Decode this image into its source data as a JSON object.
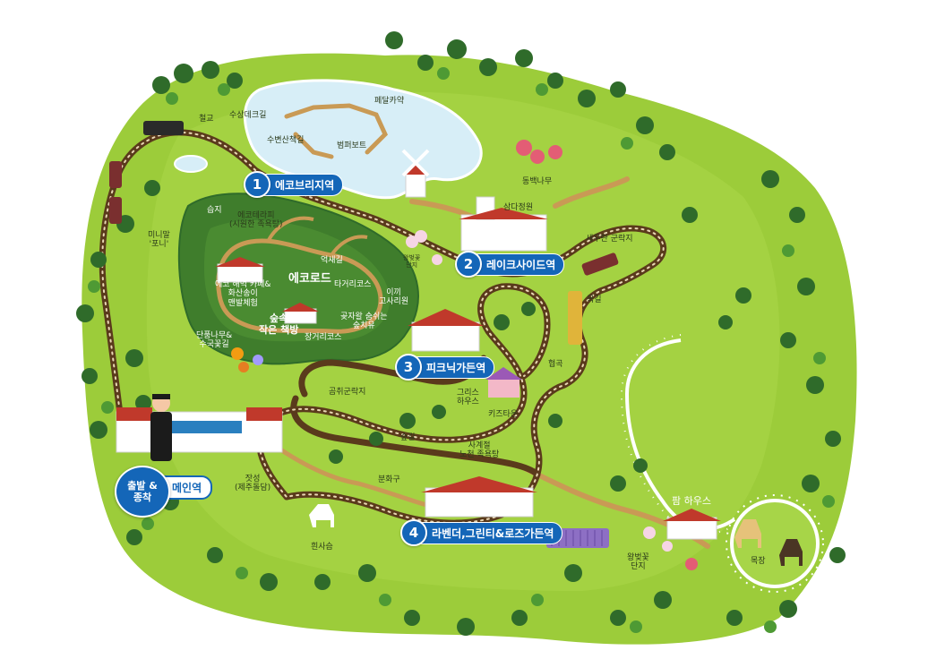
{
  "colors": {
    "grass": "#9ccc3a",
    "grass_dark": "#3f7d2c",
    "forest_patch": "#2f6b2a",
    "water": "#d7eef7",
    "rail": "#5a3a1c",
    "station_blue": "#1466b8",
    "lavender": "#8d6fc4",
    "path": "#c99a55"
  },
  "stations": [
    {
      "num": "1",
      "name": "에코브리지역"
    },
    {
      "num": "2",
      "name": "레이크사이드역"
    },
    {
      "num": "3",
      "name": "피크닉가든역"
    },
    {
      "num": "4",
      "name": "라벤더,그린티&로즈가든역"
    }
  ],
  "main_station": {
    "badge": "출발 &\n종착",
    "name": "메인역"
  },
  "places": {
    "iron_bridge": "철교",
    "water_deck": "수상데크길",
    "waterside_walk": "수변산책길",
    "pedal_kayak": "페달카약",
    "bumper_boat": "범퍼보트",
    "camellia": "동백나무",
    "samda_garden": "삼다정원",
    "wetland": "습지",
    "eco_therapy": "에코테라피\n(시원한 족욕탕)",
    "mini_pony": "미니말\n'포니'",
    "reed_path": "억새길",
    "cherry_area": "왕벚꽃\n단지",
    "eco_road": "에코로드",
    "eco_cafe": "에코 해먹 카페&\n화산송이\n맨발체험",
    "tagari_course": "타거리코스",
    "moss_forest": "이끼\n고사리원",
    "forest_book": "숲속\n작은 책방",
    "gotjawal": "곶자왈 숨쉬는\n숲치유",
    "jangeori_course": "장거리코스",
    "maple": "단풍나무&\n수국꽃길",
    "saewoo_colony": "새우란 군락지",
    "tunnel": "목길",
    "valley": "협곡",
    "greek_house": "그리스\n하우스",
    "kids_town": "키즈타운",
    "gomchwi_colony": "곰취군락지",
    "forest": "숲길",
    "jangsung": "잣성\n(제주돌담)",
    "four_season_spa": "사계절\n노천 족욕탕",
    "crater": "분화구",
    "white_deer": "흰사슴",
    "farm_house": "팜 하우스",
    "cherry_complex": "왕벚꽃\n단지",
    "ranch": "목장"
  }
}
